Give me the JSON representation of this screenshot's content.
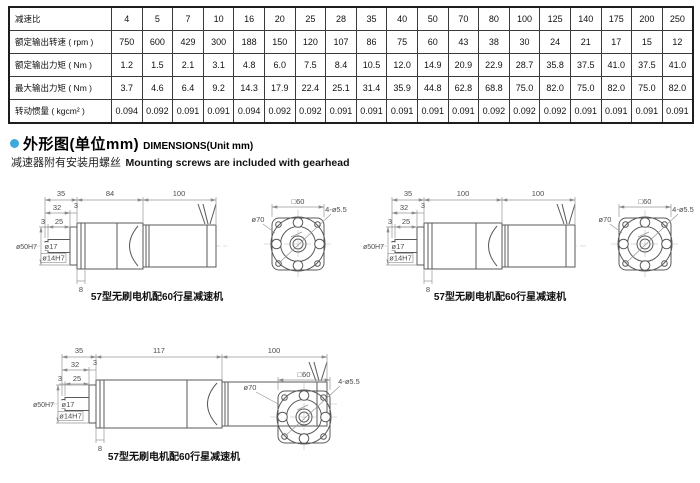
{
  "table": {
    "rows": [
      {
        "label": "减速比",
        "values": [
          "4",
          "5",
          "7",
          "10",
          "16",
          "20",
          "25",
          "28",
          "35",
          "40",
          "50",
          "70",
          "80",
          "100",
          "125",
          "140",
          "175",
          "200",
          "250"
        ]
      },
      {
        "label": "额定输出转速 ( rpm )",
        "values": [
          "750",
          "600",
          "429",
          "300",
          "188",
          "150",
          "120",
          "107",
          "86",
          "75",
          "60",
          "43",
          "38",
          "30",
          "24",
          "21",
          "17",
          "15",
          "12"
        ]
      },
      {
        "label": "额定输出力矩 ( Nm )",
        "values": [
          "1.2",
          "1.5",
          "2.1",
          "3.1",
          "4.8",
          "6.0",
          "7.5",
          "8.4",
          "10.5",
          "12.0",
          "14.9",
          "20.9",
          "22.9",
          "28.7",
          "35.8",
          "37.5",
          "41.0",
          "37.5",
          "41.0"
        ]
      },
      {
        "label": "最大输出力矩 ( Nm )",
        "values": [
          "3.7",
          "4.6",
          "6.4",
          "9.2",
          "14.3",
          "17.9",
          "22.4",
          "25.1",
          "31.4",
          "35.9",
          "44.8",
          "62.8",
          "68.8",
          "75.0",
          "82.0",
          "75.0",
          "82.0",
          "75.0",
          "82.0"
        ]
      },
      {
        "label": "转动惯量 ( kgcm² )",
        "values": [
          "0.094",
          "0.092",
          "0.091",
          "0.091",
          "0.094",
          "0.092",
          "0.092",
          "0.091",
          "0.091",
          "0.091",
          "0.091",
          "0.091",
          "0.092",
          "0.092",
          "0.092",
          "0.091",
          "0.091",
          "0.091",
          "0.091"
        ]
      }
    ]
  },
  "section": {
    "bullet_color": "#3fa9dc",
    "title_cn": "外形图(单位mm)",
    "title_en": "DIMENSIONS(Unit mm)",
    "note_cn": "减速器附有安装用螺丝",
    "note_en": "Mounting screws are included with gearhead"
  },
  "drawings": [
    {
      "caption": "57型无刷电机配60行星减速机",
      "dim_front": "35",
      "dim_gear": "84",
      "dim_motor": "100",
      "dim_32": "32",
      "dim_3a": "3",
      "dim_25": "25",
      "dim_3b": "3",
      "dim_8": "8",
      "label_pilot": "ø50H7",
      "label_shaft": "ø17",
      "label_bore": "ø14H7",
      "flange_square": "□60",
      "flange_circle": "ø70",
      "flange_holes": "4-ø5.5"
    },
    {
      "caption": "57型无刷电机配60行星减速机",
      "dim_front": "35",
      "dim_gear": "100",
      "dim_motor": "100",
      "dim_32": "32",
      "dim_3a": "3",
      "dim_25": "25",
      "dim_3b": "3",
      "dim_8": "8",
      "label_pilot": "ø50H7",
      "label_shaft": "ø17",
      "label_bore": "ø14H7",
      "flange_square": "□60",
      "flange_circle": "ø70",
      "flange_holes": "4-ø5.5"
    },
    {
      "caption": "57型无刷电机配60行星减速机",
      "dim_front": "35",
      "dim_gear": "117",
      "dim_motor": "100",
      "dim_32": "32",
      "dim_3a": "3",
      "dim_25": "25",
      "dim_3b": "3",
      "dim_8": "8",
      "label_pilot": "ø50H7",
      "label_shaft": "ø17",
      "label_bore": "ø14H7",
      "flange_square": "□60",
      "flange_circle": "ø70",
      "flange_holes": "4-ø5.5"
    }
  ]
}
